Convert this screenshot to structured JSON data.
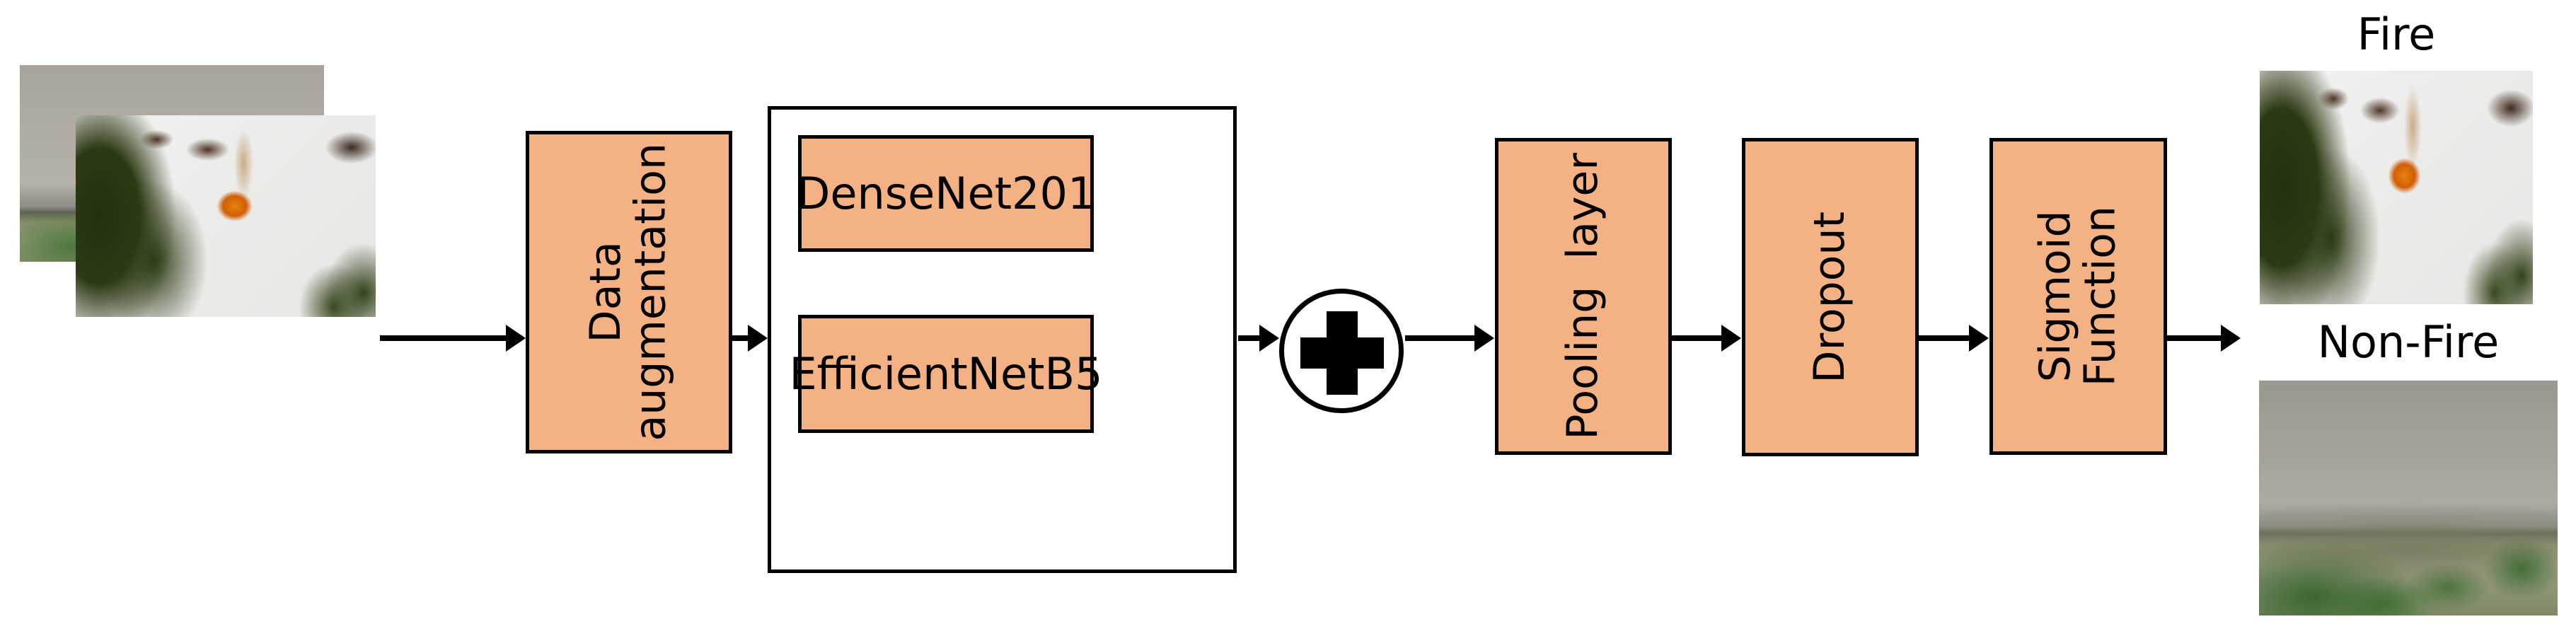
{
  "diagram": {
    "title": "Fire / Non-Fire ensemble classification pipeline",
    "accent_color": "#F4B183",
    "stroke_color": "#000000",
    "background_color": "#FFFFFF"
  },
  "input": {
    "back_image_alt": "aerial photo of hazy sky over green hillside",
    "front_image_alt": "aerial photo of forest fire in snowy clearing"
  },
  "stages": [
    {
      "id": "data-augmentation",
      "label": "Data\naugmentation",
      "fill": "#F4B183"
    },
    {
      "id": "pooling-layer",
      "label": "Pooling  layer",
      "fill": "#F4B183"
    },
    {
      "id": "dropout",
      "label": "Dropout",
      "fill": "#F4B183"
    },
    {
      "id": "sigmoid-function",
      "label": "Sigmoid\nFunction",
      "fill": "#F4B183"
    }
  ],
  "ensemble": {
    "models": [
      {
        "id": "densenet201",
        "label": "DenseNet201",
        "fill": "#F4B183"
      },
      {
        "id": "efficientnetb5",
        "label": "EfficientNetB5",
        "fill": "#F4B183"
      }
    ]
  },
  "fusion": {
    "operator": "+",
    "operator_name": "plus-operator",
    "shape": "circle"
  },
  "outputs": [
    {
      "id": "fire",
      "label": "Fire",
      "image_alt": "aerial photo of forest fire in snowy clearing"
    },
    {
      "id": "non-fire",
      "label": "Non-Fire",
      "image_alt": "aerial photo of hazy sky over green hillside"
    }
  ],
  "arrows": [
    {
      "id": "input-to-augmentation"
    },
    {
      "id": "augmentation-to-ensemble"
    },
    {
      "id": "ensemble-to-fusion"
    },
    {
      "id": "fusion-to-pooling"
    },
    {
      "id": "pooling-to-dropout"
    },
    {
      "id": "dropout-to-sigmoid"
    },
    {
      "id": "sigmoid-to-output"
    }
  ]
}
